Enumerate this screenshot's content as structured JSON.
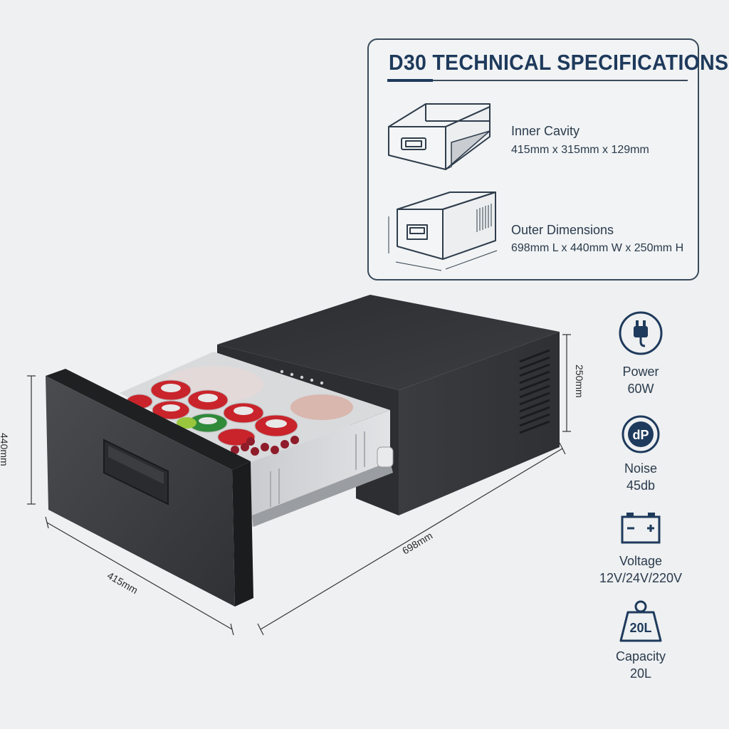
{
  "specs": {
    "title": "D30 TECHNICAL SPECIFICATIONS",
    "inner_cavity": {
      "label": "Inner Cavity",
      "value": "415mm x 315mm x 129mm"
    },
    "outer_dimensions": {
      "label": "Outer Dimensions",
      "value": "698mm L x 440mm W x 250mm H"
    }
  },
  "features": [
    {
      "icon": "power-plug-icon",
      "label": "Power",
      "value": "60W"
    },
    {
      "icon": "noise-db-icon",
      "label": "Noise",
      "value": "45db",
      "icon_text": "dP"
    },
    {
      "icon": "battery-icon",
      "label": "Voltage",
      "value": "12V/24V/220V"
    },
    {
      "icon": "weight-capacity-icon",
      "label": "Capacity",
      "value": "20L",
      "icon_text": "20L"
    }
  ],
  "dimensions": {
    "height": "440mm",
    "depth": "250mm",
    "length": "698mm",
    "width": "415mm"
  },
  "colors": {
    "accent": "#1e3a5c",
    "card_border": "#3a4a5c",
    "body": "#3b3d40",
    "background": "#eef0f1"
  }
}
